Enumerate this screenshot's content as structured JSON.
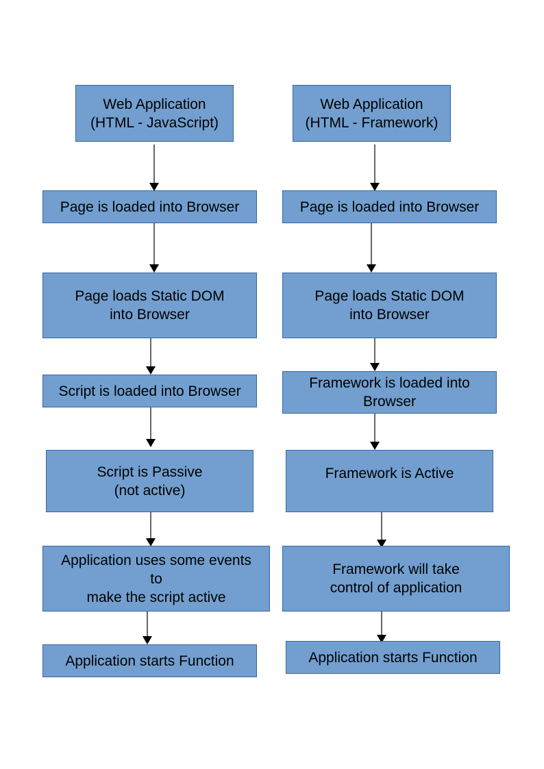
{
  "colors": {
    "box_fill": "#729fcf",
    "box_border": "#3465a4",
    "arrow": "#000000"
  },
  "left_flow": {
    "web_app": [
      "Web Application",
      "(HTML - JavaScript)"
    ],
    "page_loaded": [
      "Page is loaded into Browser"
    ],
    "static_dom": [
      "Page loads Static DOM",
      "into Browser"
    ],
    "script_loaded": [
      "Script is loaded into Browser"
    ],
    "script_passive": [
      "Script is Passive",
      "(not active)"
    ],
    "app_events": [
      "Application uses some events",
      "to",
      "make the script active"
    ],
    "app_starts": [
      "Application starts Function"
    ]
  },
  "right_flow": {
    "web_app": [
      "Web Application",
      "(HTML - Framework)"
    ],
    "page_loaded": [
      "Page is loaded into Browser"
    ],
    "static_dom": [
      "Page loads Static DOM",
      "into Browser"
    ],
    "framework_loaded": [
      "Framework is loaded into",
      "Browser"
    ],
    "framework_active": [
      "Framework is Active"
    ],
    "framework_control": [
      "Framework will take",
      "control of application"
    ],
    "app_starts": [
      "Application starts Function"
    ]
  }
}
